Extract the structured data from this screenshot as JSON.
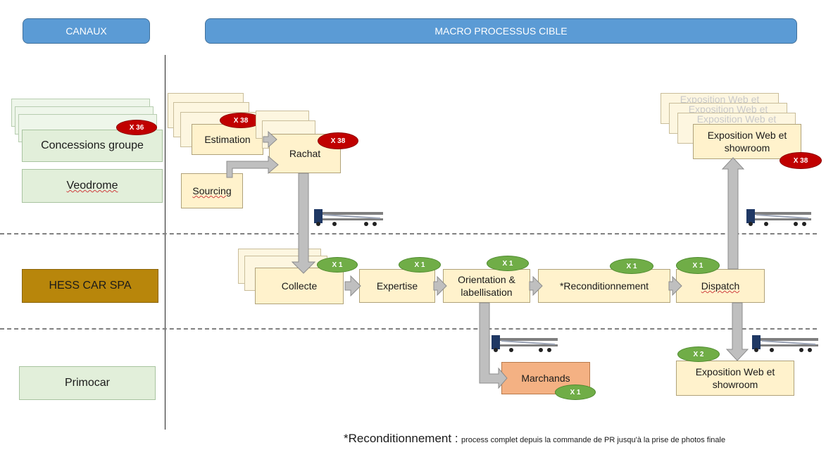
{
  "headers": {
    "canaux": "CANAUX",
    "macro": "MACRO PROCESSUS  CIBLE"
  },
  "channels": {
    "concessions": "Concessions groupe",
    "veodrome": "Veodrome",
    "hess": "HESS CAR SPA",
    "primocar": "Primocar"
  },
  "process": {
    "estimation": "Estimation",
    "rachat": "Rachat",
    "sourcing": "Sourcing",
    "collecte": "Collecte",
    "expertise": "Expertise",
    "orientation": "Orientation & labellisation",
    "reconditionnement": "*Reconditionnement",
    "dispatch": "Dispatch",
    "exposition_top": "Exposition Web et showroom",
    "exposition_top_ghost": "Exposition Web et",
    "marchands": "Marchands",
    "exposition_bottom": "Exposition Web et showroom"
  },
  "badges": {
    "concessions": "X 36",
    "estimation": "X 38",
    "rachat": "X 38",
    "exposition_top": "X 38",
    "collecte": "X 1",
    "expertise": "X 1",
    "orientation": "X 1",
    "reconditionnement": "X 1",
    "dispatch": "X 1",
    "marchands": "X 1",
    "exposition_bottom": "X 2"
  },
  "footnote": {
    "term": "*Reconditionnement :",
    "text": "process complet depuis la commande de PR jusqu'à la prise de photos finale"
  },
  "colors": {
    "header": "#5b9bd5",
    "channel": "#e2efda",
    "hess": "#b8860b",
    "box": "#fff2cc",
    "marchands": "#f4b183",
    "red_badge": "#c00000",
    "green_badge": "#70ad47"
  }
}
